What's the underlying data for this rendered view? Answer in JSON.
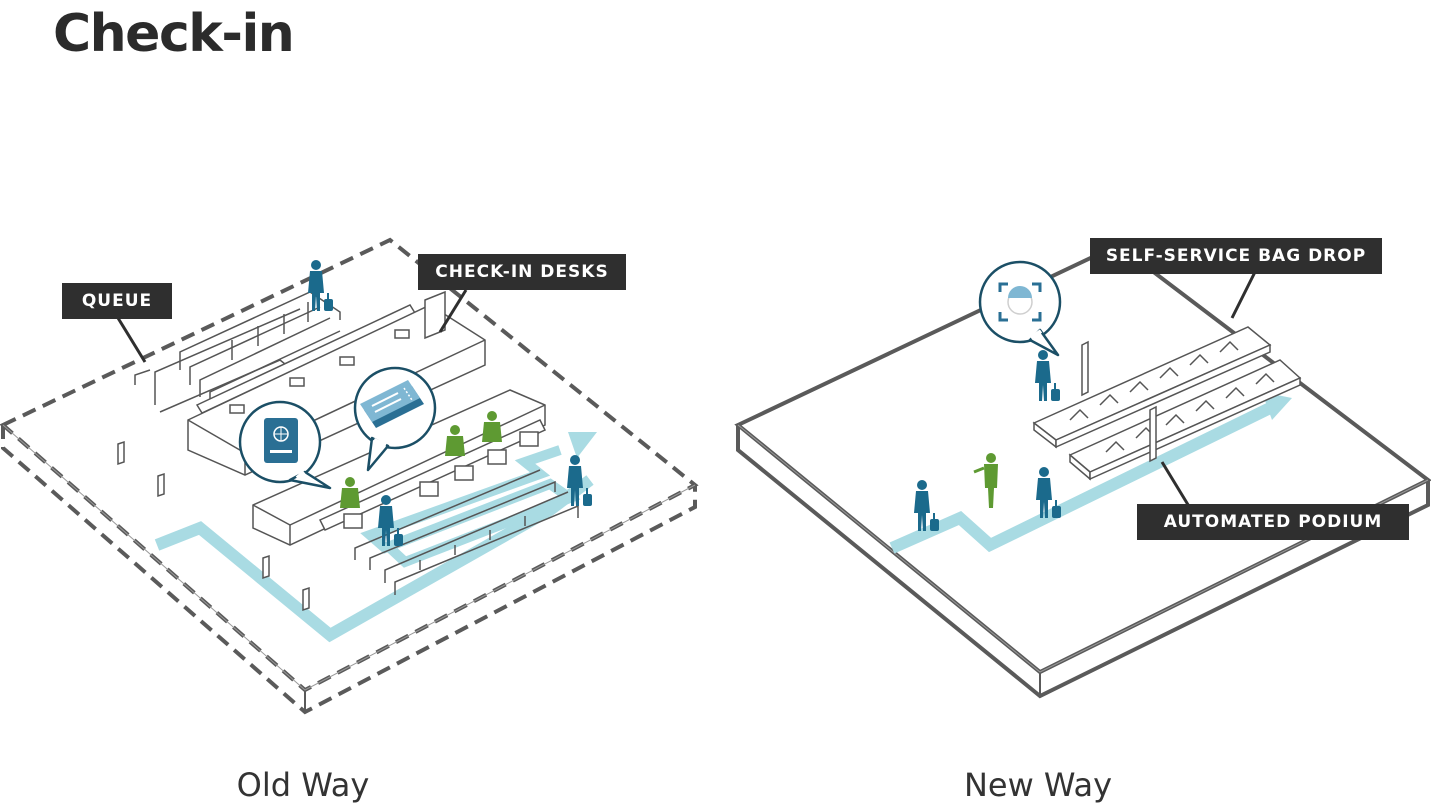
{
  "title": "Check-in",
  "old_way": {
    "caption": "Old Way",
    "labels": {
      "queue": "QUEUE",
      "check_in_desks": "CHECK-IN DESKS"
    },
    "icons": [
      "passport-icon",
      "boarding-pass-icon"
    ]
  },
  "new_way": {
    "caption": "New Way",
    "labels": {
      "bag_drop": "SELF-SERVICE BAG DROP",
      "podium": "AUTOMATED PODIUM"
    },
    "icons": [
      "face-scan-icon"
    ]
  },
  "colors": {
    "title": "#2b2b2b",
    "label_bg": "#2f2f2f",
    "path": "#a9dbe3",
    "traveler": "#1b6a8c",
    "staff": "#5e9a32",
    "outline": "#5a5a5a"
  }
}
